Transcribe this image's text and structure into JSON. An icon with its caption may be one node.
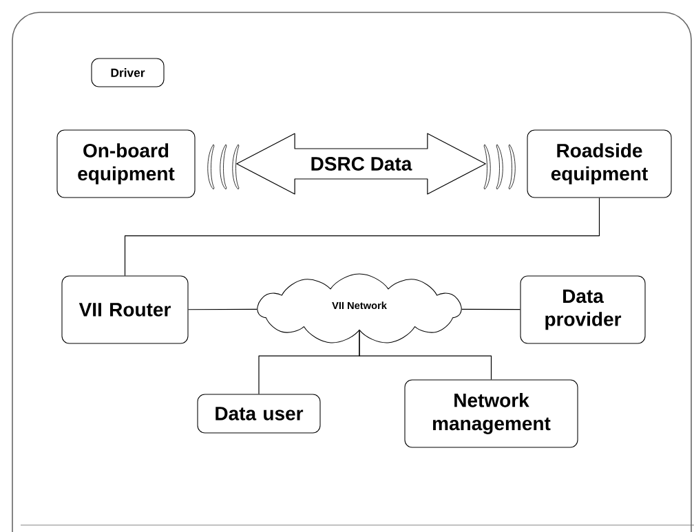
{
  "diagram": {
    "nodes": [
      {
        "text": [
          "Driver"
        ]
      },
      {
        "text": [
          "On-board equipment"
        ]
      },
      {
        "text": [
          "Roadside equipment"
        ]
      },
      {
        "text": [
          "VII Router"
        ]
      },
      {
        "text": [
          "VII Network"
        ]
      },
      {
        "text": [
          "Data provider"
        ]
      },
      {
        "text": [
          "Data user"
        ]
      },
      {
        "text": [
          "Network management"
        ]
      }
    ],
    "edges": [
      {
        "from": 2,
        "to": 3,
        "arrow": "none"
      },
      {
        "from": 3,
        "to": 4,
        "arrow": "none"
      },
      {
        "from": 4,
        "to": 5,
        "arrow": "none"
      },
      {
        "from": 4,
        "to": 6,
        "arrow": "none"
      },
      {
        "from": 4,
        "to": 7,
        "arrow": "none"
      },
      {
        "from": 1,
        "to": 2,
        "arrow": "both",
        "label": "DSRC Data"
      }
    ]
  }
}
